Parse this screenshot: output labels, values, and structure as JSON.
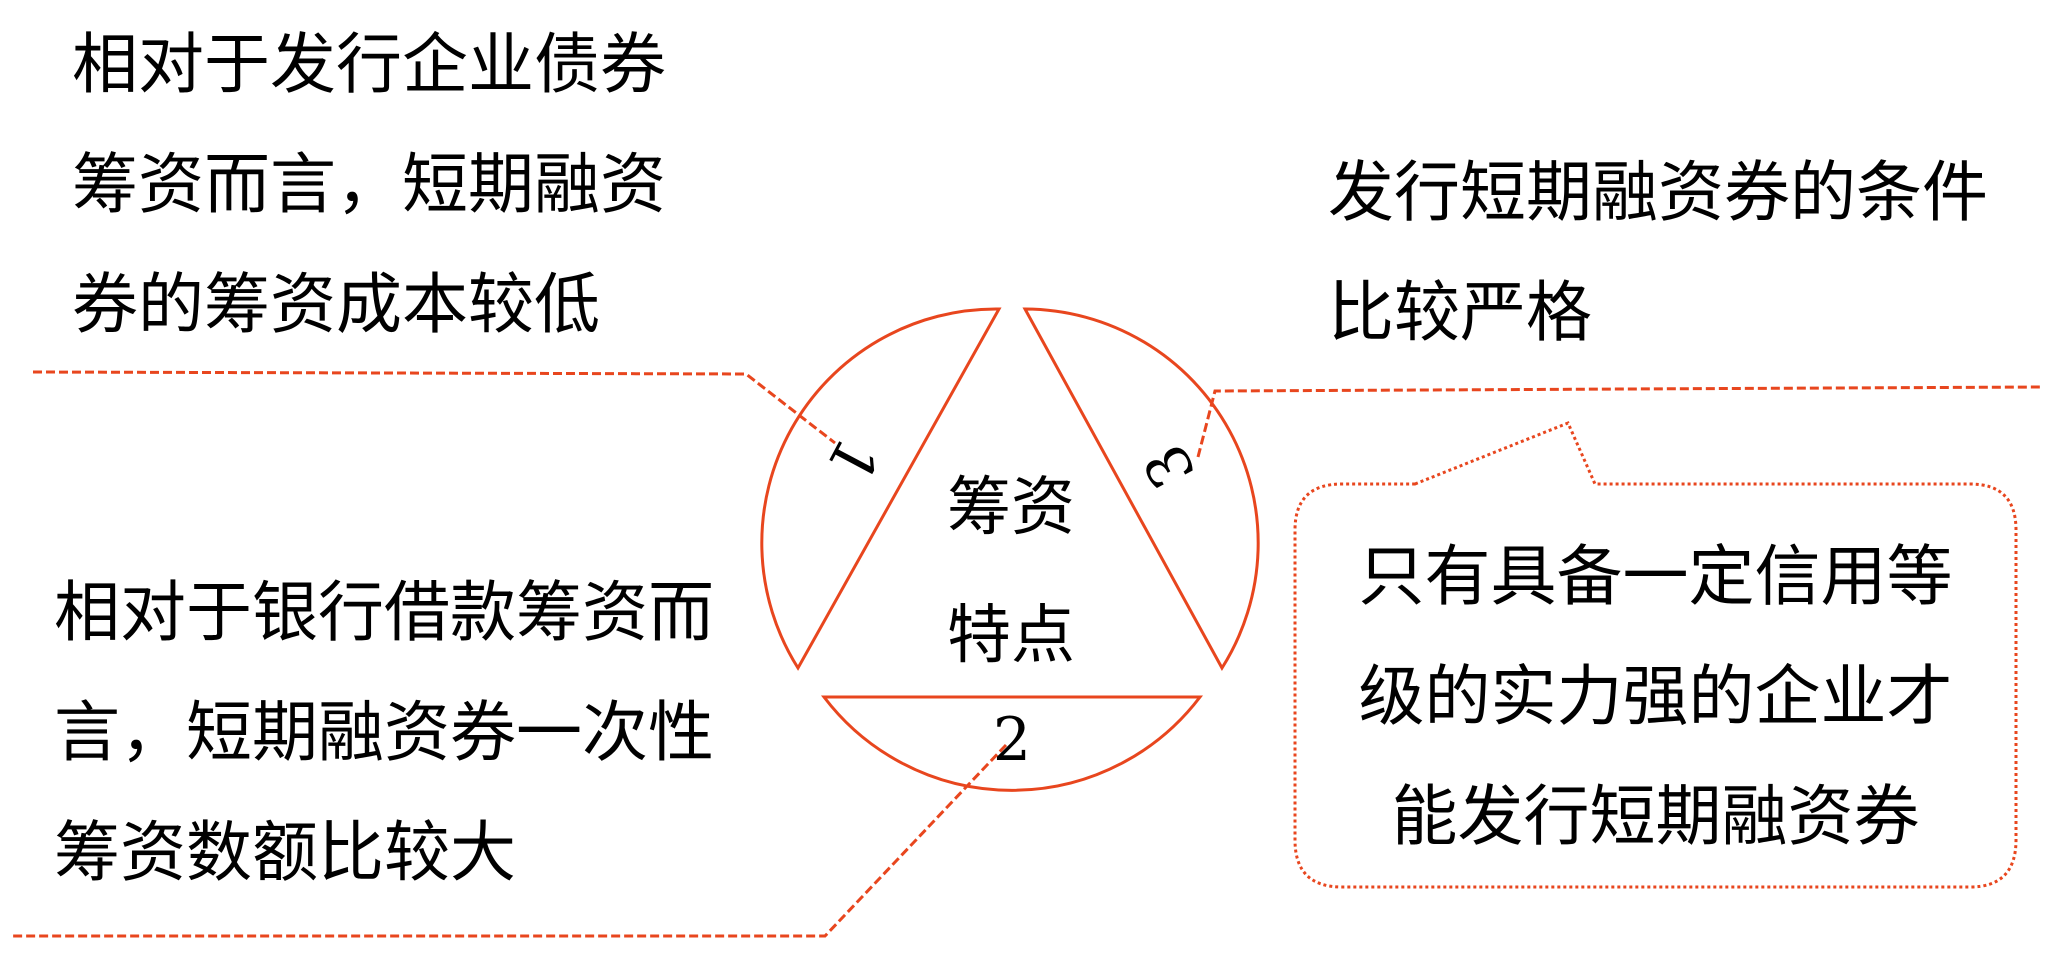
{
  "colors": {
    "accent": "#E8461E",
    "text": "#000000",
    "background": "#FFFFFF"
  },
  "center": {
    "lines": [
      "筹资",
      "特点"
    ]
  },
  "segments": [
    {
      "number": "1"
    },
    {
      "number": "2"
    },
    {
      "number": "3"
    }
  ],
  "point_1": {
    "lines": [
      "相对于发行企业债券",
      "筹资而言，短期融资",
      "券的筹资成本较低"
    ]
  },
  "point_2": {
    "lines": [
      "相对于银行借款筹资而",
      "言，短期融资券一次性",
      "筹资数额比较大"
    ]
  },
  "point_3": {
    "lines": [
      "发行短期融资券的条件",
      "比较严格"
    ]
  },
  "callout": {
    "lines": [
      "只有具备一定信用等",
      "级的实力强的企业才",
      "能发行短期融资券"
    ]
  }
}
